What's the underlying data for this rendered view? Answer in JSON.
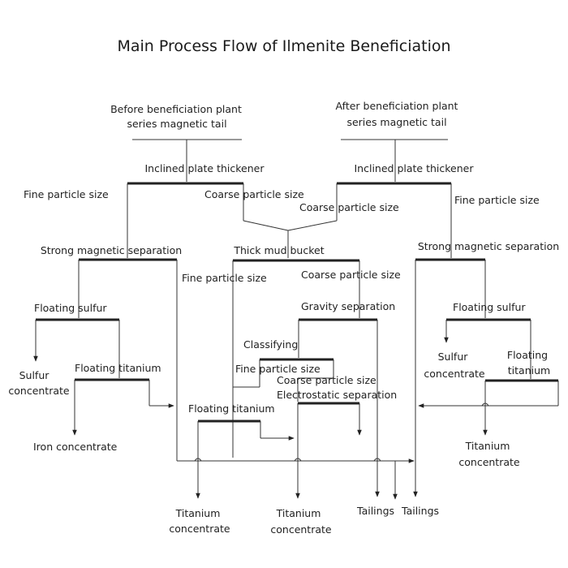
{
  "title": "Main Process Flow of Ilmenite Beneficiation",
  "labels": {
    "feed_left_1": "Before beneficiation plant",
    "feed_left_2": "series magnetic tail",
    "feed_right_1": "After beneficiation plant",
    "feed_right_2": "series magnetic tail",
    "thickener_left": "Inclined plate thickener",
    "thickener_right": "Inclined plate thickener",
    "fine_left": "Fine particle size",
    "coarse_left": "Coarse particle size",
    "coarse_right": "Coarse particle size",
    "fine_right": "Fine particle size",
    "strong_mag_left": "Strong magnetic separation",
    "thick_mud": "Thick mud bucket",
    "strong_mag_right": "Strong magnetic separation",
    "fine_mid": "Fine particle size",
    "coarse_mid": "Coarse particle size",
    "float_sulfur_left": "Floating sulfur",
    "gravity": "Gravity separation",
    "float_sulfur_right": "Floating sulfur",
    "classifying": "Classifying",
    "sulfur_conc_left_1": "Sulfur",
    "sulfur_conc_left_2": "concentrate",
    "float_ti_left": "Floating titanium",
    "sulfur_conc_right_1": "Sulfur",
    "sulfur_conc_right_2": "concentrate",
    "float_ti_right_1": "Floating",
    "float_ti_right_2": "titanium",
    "fine_classify": "Fine particle size",
    "coarse_classify": "Coarse particle size",
    "electrostatic": "Electrostatic separation",
    "float_ti_mid": "Floating titanium",
    "iron_conc": "Iron concentrate",
    "ti_conc_right_1": "Titanium",
    "ti_conc_right_2": "concentrate",
    "ti_conc_a_1": "Titanium",
    "ti_conc_a_2": "concentrate",
    "ti_conc_b_1": "Titanium",
    "ti_conc_b_2": "concentrate",
    "tailings_1": "Tailings",
    "tailings_2": "Tailings"
  }
}
